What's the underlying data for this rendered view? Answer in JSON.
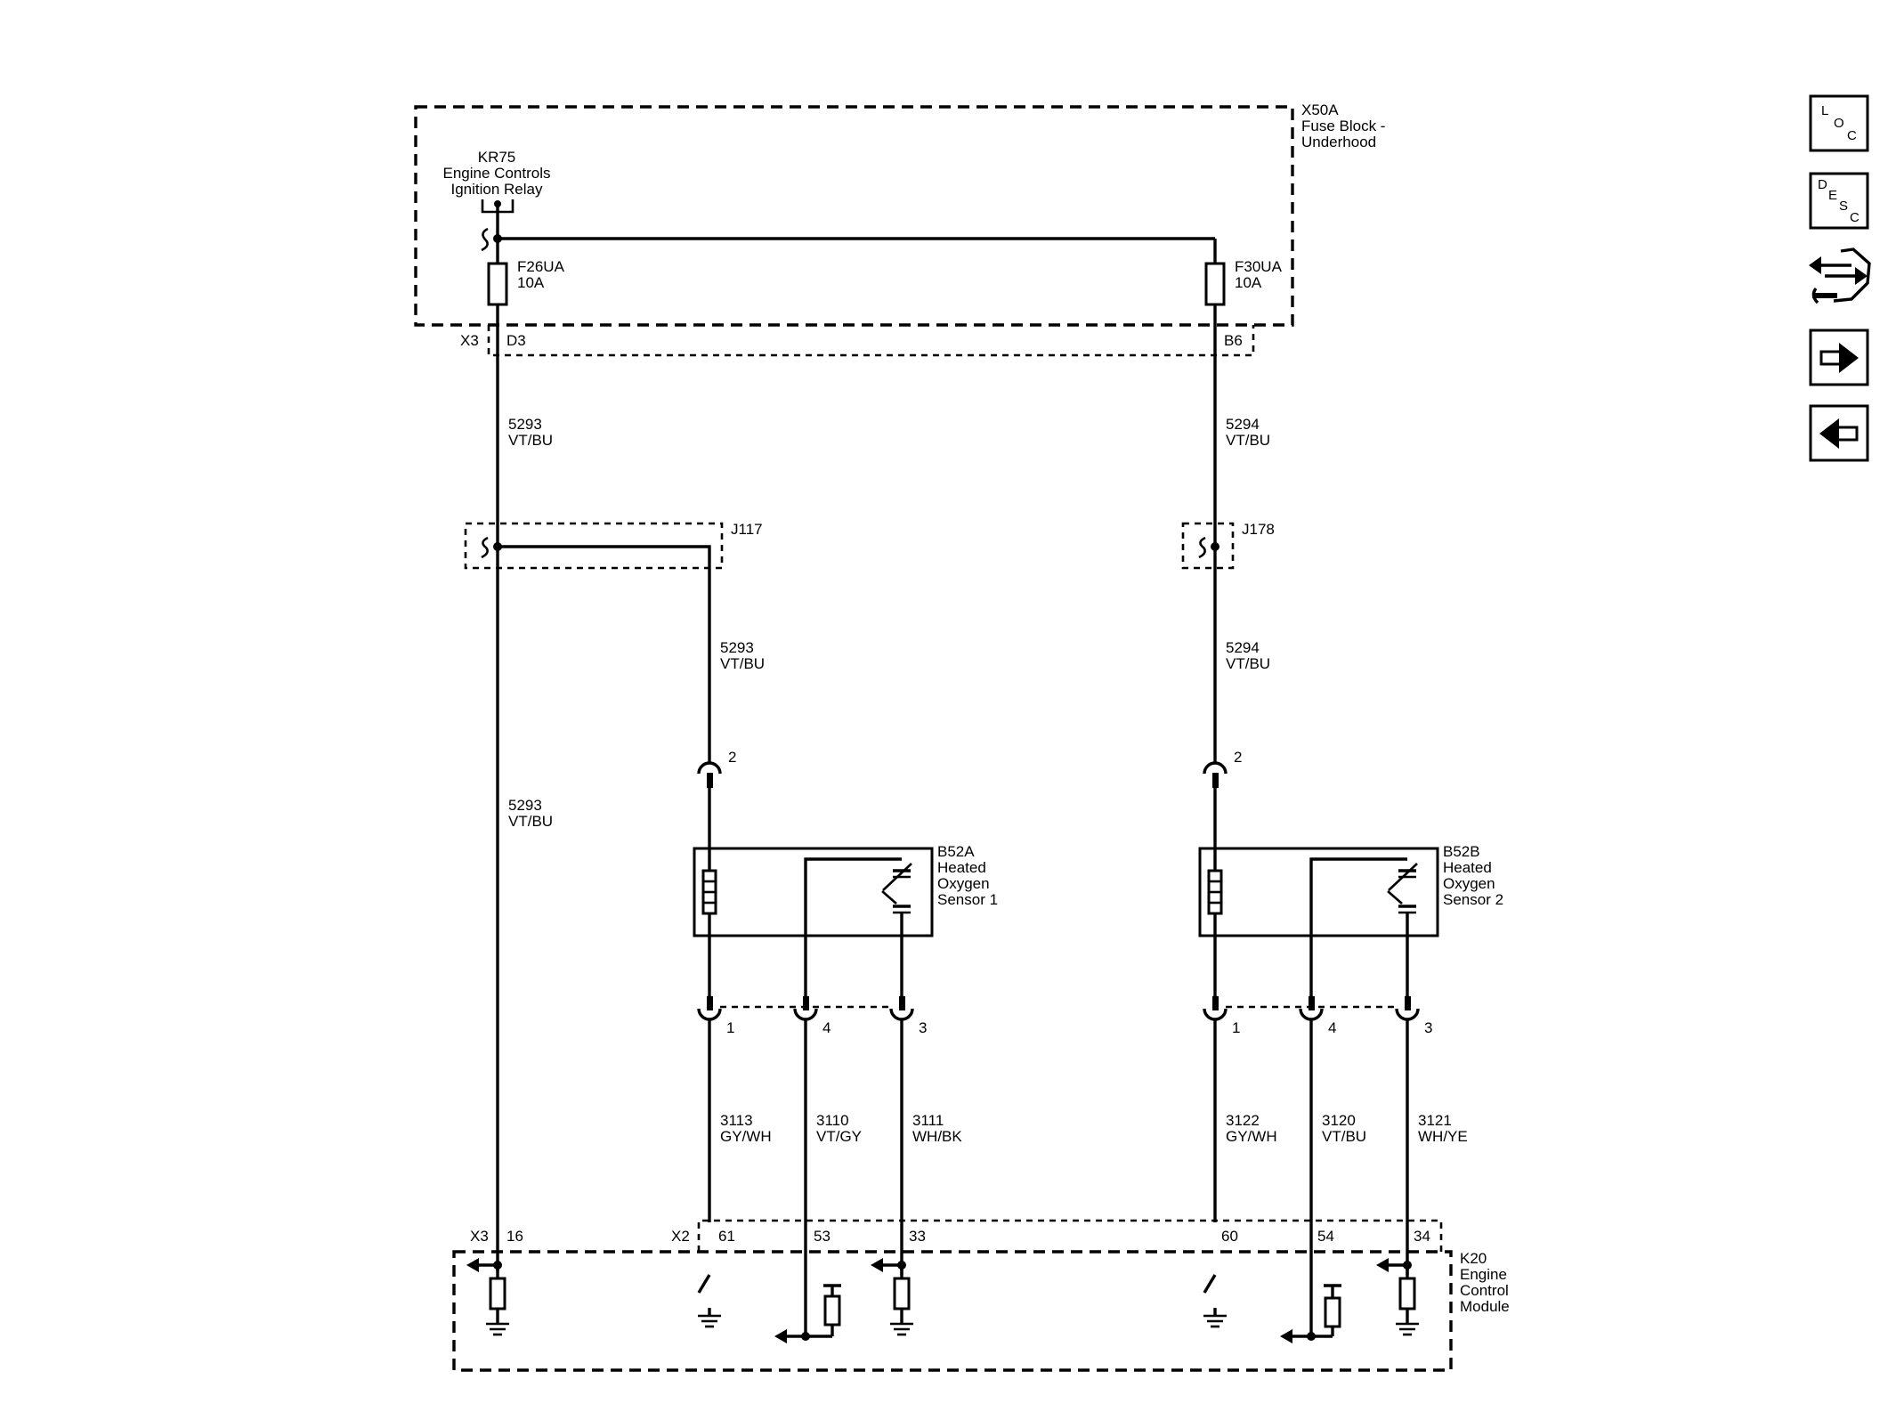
{
  "fuse_block": {
    "name": "X50A",
    "desc_line1": "Fuse Block -",
    "desc_line2": "Underhood"
  },
  "relay": {
    "name": "KR75",
    "desc_line1": "Engine Controls",
    "desc_line2": "Ignition Relay"
  },
  "fuses": [
    {
      "name": "F26UA",
      "rating": "10A"
    },
    {
      "name": "F30UA",
      "rating": "10A"
    }
  ],
  "fuse_connector": {
    "name": "X3",
    "pins": [
      "D3",
      "B6"
    ]
  },
  "wires": {
    "w5293_top": {
      "circuit": "5293",
      "color": "VT/BU"
    },
    "w5294_top": {
      "circuit": "5294",
      "color": "VT/BU"
    },
    "w5293_mid": {
      "circuit": "5293",
      "color": "VT/BU"
    },
    "w5294_mid": {
      "circuit": "5294",
      "color": "VT/BU"
    },
    "w5293_left": {
      "circuit": "5293",
      "color": "VT/BU"
    },
    "w3113": {
      "circuit": "3113",
      "color": "GY/WH"
    },
    "w3110": {
      "circuit": "3110",
      "color": "VT/GY"
    },
    "w3111": {
      "circuit": "3111",
      "color": "WH/BK"
    },
    "w3122": {
      "circuit": "3122",
      "color": "GY/WH"
    },
    "w3120": {
      "circuit": "3120",
      "color": "VT/BU"
    },
    "w3121": {
      "circuit": "3121",
      "color": "WH/YE"
    }
  },
  "splices": [
    "J117",
    "J178"
  ],
  "sensors": [
    {
      "name": "B52A",
      "line1": "Heated",
      "line2": "Oxygen",
      "line3": "Sensor 1",
      "top_pin": "2",
      "pins": [
        "1",
        "4",
        "3"
      ]
    },
    {
      "name": "B52B",
      "line1": "Heated",
      "line2": "Oxygen",
      "line3": "Sensor 2",
      "top_pin": "2",
      "pins": [
        "1",
        "4",
        "3"
      ]
    }
  ],
  "ecm": {
    "name": "K20",
    "line1": "Engine",
    "line2": "Control",
    "line3": "Module",
    "conn_x3": "X3",
    "pin_x3": "16",
    "conn_x2": "X2",
    "pins_x2": [
      "61",
      "53",
      "33",
      "60",
      "54",
      "34"
    ]
  },
  "nav": {
    "loc": [
      "L",
      "O",
      "C"
    ],
    "desc": [
      "D",
      "E",
      "S",
      "C"
    ]
  }
}
